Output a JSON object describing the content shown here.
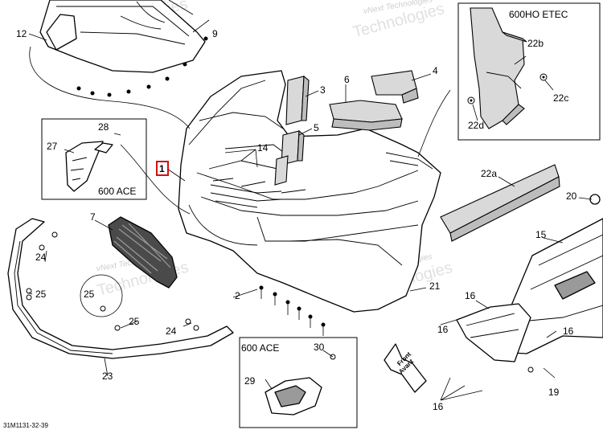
{
  "diagram": {
    "drawing_code": "31M1131-32-39",
    "watermarks": [
      "vNext Technologies",
      "Technologies"
    ],
    "callouts": {
      "c1": "1",
      "c2": "2",
      "c3": "3",
      "c4": "4",
      "c5": "5",
      "c6": "6",
      "c7": "7",
      "c9": "9",
      "c12": "12",
      "c14": "14",
      "c15": "15",
      "c16": "16",
      "c19": "19",
      "c20": "20",
      "c21": "21",
      "c22a": "22a",
      "c22b": "22b",
      "c22c": "22c",
      "c22d": "22d",
      "c23": "23",
      "c24": "24",
      "c25": "25",
      "c27": "27",
      "c28": "28",
      "c29": "29",
      "c30": "30"
    },
    "insets": {
      "etec_title": "600HO ETEC",
      "ace_title_left": "600 ACE",
      "ace_title_bottom": "600 ACE"
    },
    "direction_arrow": {
      "line1": "Front",
      "line2": "Avant"
    }
  }
}
